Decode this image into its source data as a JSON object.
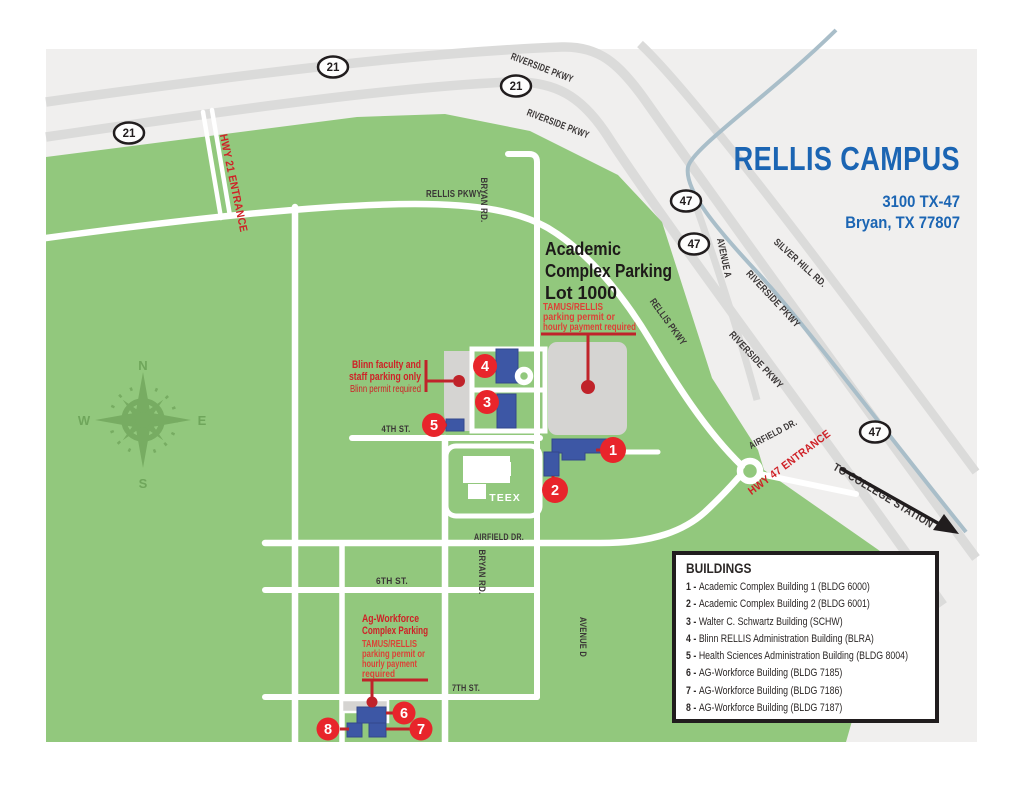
{
  "title": {
    "campus": "RELLIS CAMPUS",
    "address1": "3100 TX-47",
    "address2": "Bryan, TX 77807"
  },
  "legend": {
    "title": "BUILDINGS",
    "separator": "-",
    "items": [
      {
        "num": "1",
        "name": "Academic Complex Building 1 (BLDG 6000)"
      },
      {
        "num": "2",
        "name": "Academic Complex Building 2 (BLDG 6001)"
      },
      {
        "num": "3",
        "name": "Walter C. Schwartz Building (SCHW)"
      },
      {
        "num": "4",
        "name": "Blinn RELLIS Administration Building (BLRA)"
      },
      {
        "num": "5",
        "name": "Health Sciences Administration Building (BLDG 8004)"
      },
      {
        "num": "6",
        "name": "AG-Workforce Building (BLDG 7185)"
      },
      {
        "num": "7",
        "name": "AG-Workforce Building (BLDG 7186)"
      },
      {
        "num": "8",
        "name": "AG-Workforce Building (BLDG 7187)"
      }
    ]
  },
  "shields": {
    "hwy21": "21",
    "hwy47": "47"
  },
  "roads": {
    "riverside": "RIVERSIDE PKWY",
    "rellis": "RELLIS PKWY",
    "bryan": "BRYAN RD.",
    "fourth": "4TH ST.",
    "sixth": "6TH ST.",
    "seventh": "7TH ST.",
    "airfield": "AIRFIELD DR.",
    "avenue_d": "AVENUE D",
    "avenue_a": "AVENUE A",
    "silver_hill": "SILVER HILL RD.",
    "to_college": "TO COLLEGE STATION"
  },
  "entrances": {
    "hwy21": "HWY 21 ENTRANCE",
    "hwy47": "HWY 47 ENTRANCE"
  },
  "parking": {
    "academic": {
      "line1": "Academic",
      "line2": "Complex Parking",
      "line3": "Lot 1000",
      "note1": "TAMUS/RELLIS",
      "note2": "parking permit or",
      "note3": "hourly payment required"
    },
    "blinn": {
      "line1": "Blinn faculty and",
      "line2": "staff parking only",
      "line3": "Blinn permit required"
    },
    "ag": {
      "line1": "Ag-Workforce",
      "line2": "Complex Parking",
      "note1": "TAMUS/RELLIS",
      "note2": "parking permit or",
      "note3": "hourly payment",
      "note4": "required"
    }
  },
  "compass": {
    "n": "N",
    "e": "E",
    "s": "S",
    "w": "W"
  },
  "labels": {
    "teex": "TEEX"
  },
  "colors": {
    "campus_green": "#92c87d",
    "map_gray": "#f0efee",
    "highway_gray": "#dbdbda",
    "building_blue": "#3d57a5",
    "marker_red": "#e8252b",
    "callout_red": "#c0232a",
    "title_blue": "#1b65b3",
    "silver_hill": "#a9bec9"
  }
}
